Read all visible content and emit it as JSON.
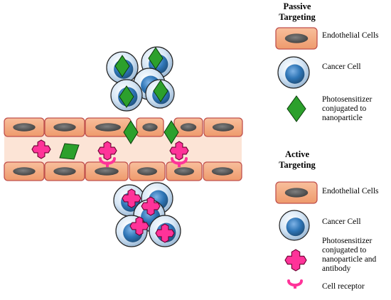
{
  "legend": {
    "passive": {
      "title": "Passive Targeting",
      "items": [
        {
          "icon": "endothelial-cell",
          "label": "Endothelial Cells"
        },
        {
          "icon": "cancer-cell",
          "label": "Cancer Cell"
        },
        {
          "icon": "green-diamond",
          "label": "Photosensitizer conjugated to nanoparticle"
        }
      ]
    },
    "active": {
      "title": "Active Targeting",
      "items": [
        {
          "icon": "endothelial-cell",
          "label": "Endothelial Cells"
        },
        {
          "icon": "cancer-cell",
          "label": "Cancer Cell"
        },
        {
          "icon": "pink-cross",
          "label": "Photosensitizer conjugated to nanoparticle and antibody"
        },
        {
          "icon": "cell-receptor",
          "label": "Cell receptor"
        }
      ]
    }
  },
  "colors": {
    "endothelial_fill": "#f4a77c",
    "endothelial_border": "#c0504d",
    "nucleus": "#595959",
    "lumen": "#fce4d6",
    "cancer_outer": "#cfe0f2",
    "cancer_nucleus": "#2e75b6",
    "diamond": "#2ca02c",
    "cross": "#ff3399",
    "receptor": "#ff3399"
  }
}
